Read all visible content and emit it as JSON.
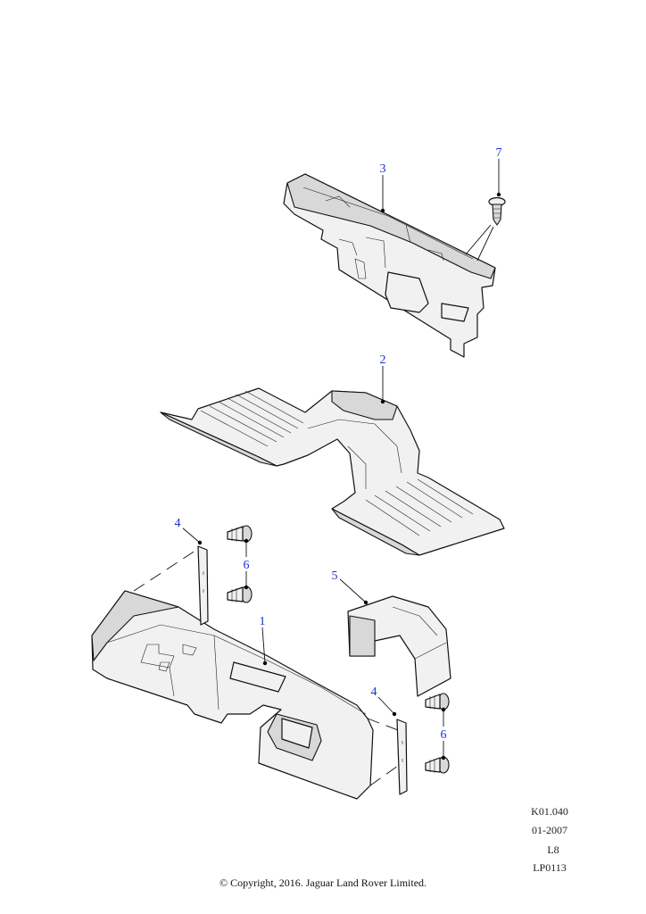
{
  "callouts": {
    "c1": "1",
    "c2": "2",
    "c3": "3",
    "c4a": "4",
    "c4b": "4",
    "c5": "5",
    "c6a": "6",
    "c6b": "6",
    "c7": "7"
  },
  "reference": {
    "code": "K01.040",
    "date": "01-2007",
    "model": "L8",
    "plate": "LP0113"
  },
  "copyright": "© Copyright, 2016. Jaguar Land Rover Limited.",
  "colors": {
    "callout_text": "#1a33cc",
    "line_art": "#111111",
    "part_fill": "#f1f1f1"
  }
}
